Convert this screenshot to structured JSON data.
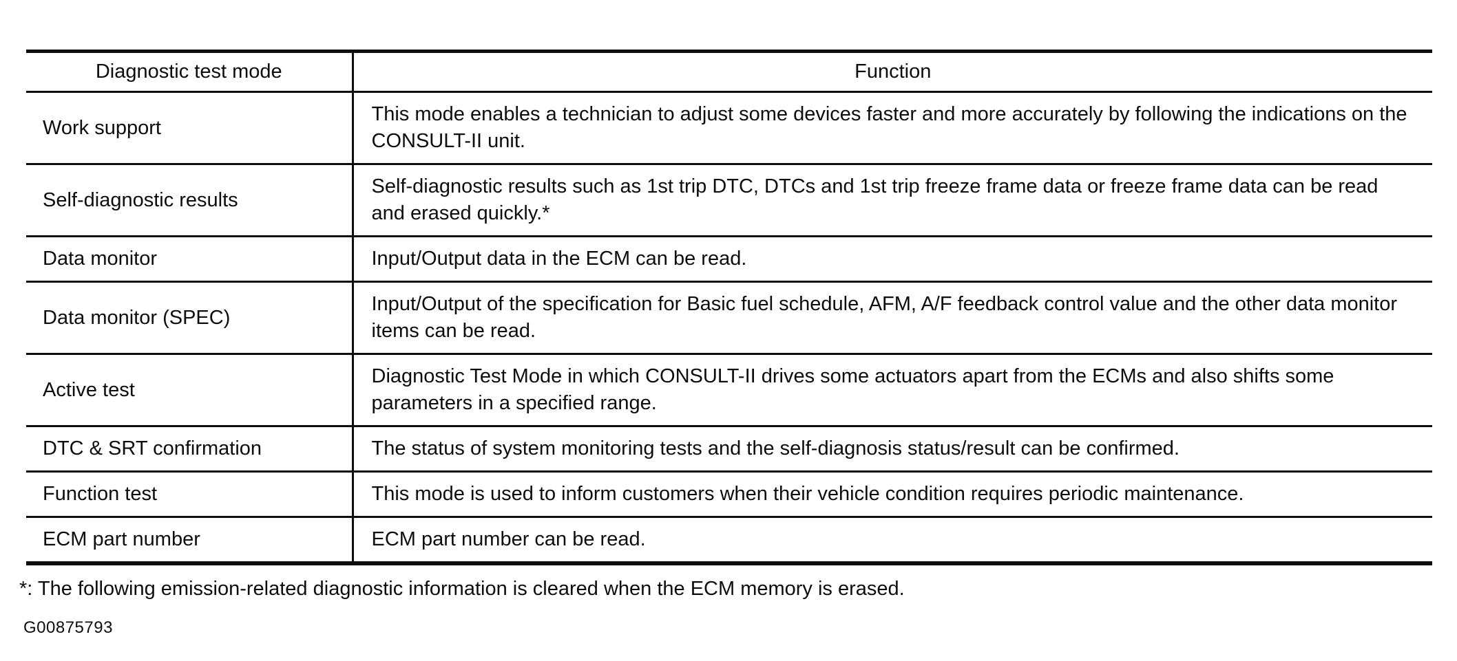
{
  "table": {
    "headers": [
      "Diagnostic test mode",
      "Function"
    ],
    "rows": [
      {
        "mode": "Work support",
        "function": "This mode enables a technician to adjust some devices faster and more accurately by following the indications on the CONSULT-II unit."
      },
      {
        "mode": "Self-diagnostic results",
        "function": "Self-diagnostic results such as 1st trip DTC, DTCs and 1st trip freeze frame data or freeze frame data can be read and erased quickly.*"
      },
      {
        "mode": "Data monitor",
        "function": "Input/Output data in the ECM can be read."
      },
      {
        "mode": "Data monitor (SPEC)",
        "function": "Input/Output of the specification for Basic fuel schedule, AFM, A/F feedback control value and the other data monitor items can be read."
      },
      {
        "mode": "Active test",
        "function": "Diagnostic Test Mode in which CONSULT-II drives some actuators apart from the ECMs and also shifts some parameters in a specified range."
      },
      {
        "mode": "DTC & SRT confirmation",
        "function": "The status of system monitoring tests and the self-diagnosis status/result can be confirmed."
      },
      {
        "mode": "Function test",
        "function": "This mode is used to inform customers when their vehicle condition requires periodic maintenance."
      },
      {
        "mode": "ECM part number",
        "function": "ECM part number can be read."
      }
    ]
  },
  "footnote": "*: The following emission-related diagnostic information is cleared when the ECM memory is erased.",
  "figure_code": "G00875793",
  "colors": {
    "ink": "#0d0d0d",
    "background": "#ffffff"
  }
}
